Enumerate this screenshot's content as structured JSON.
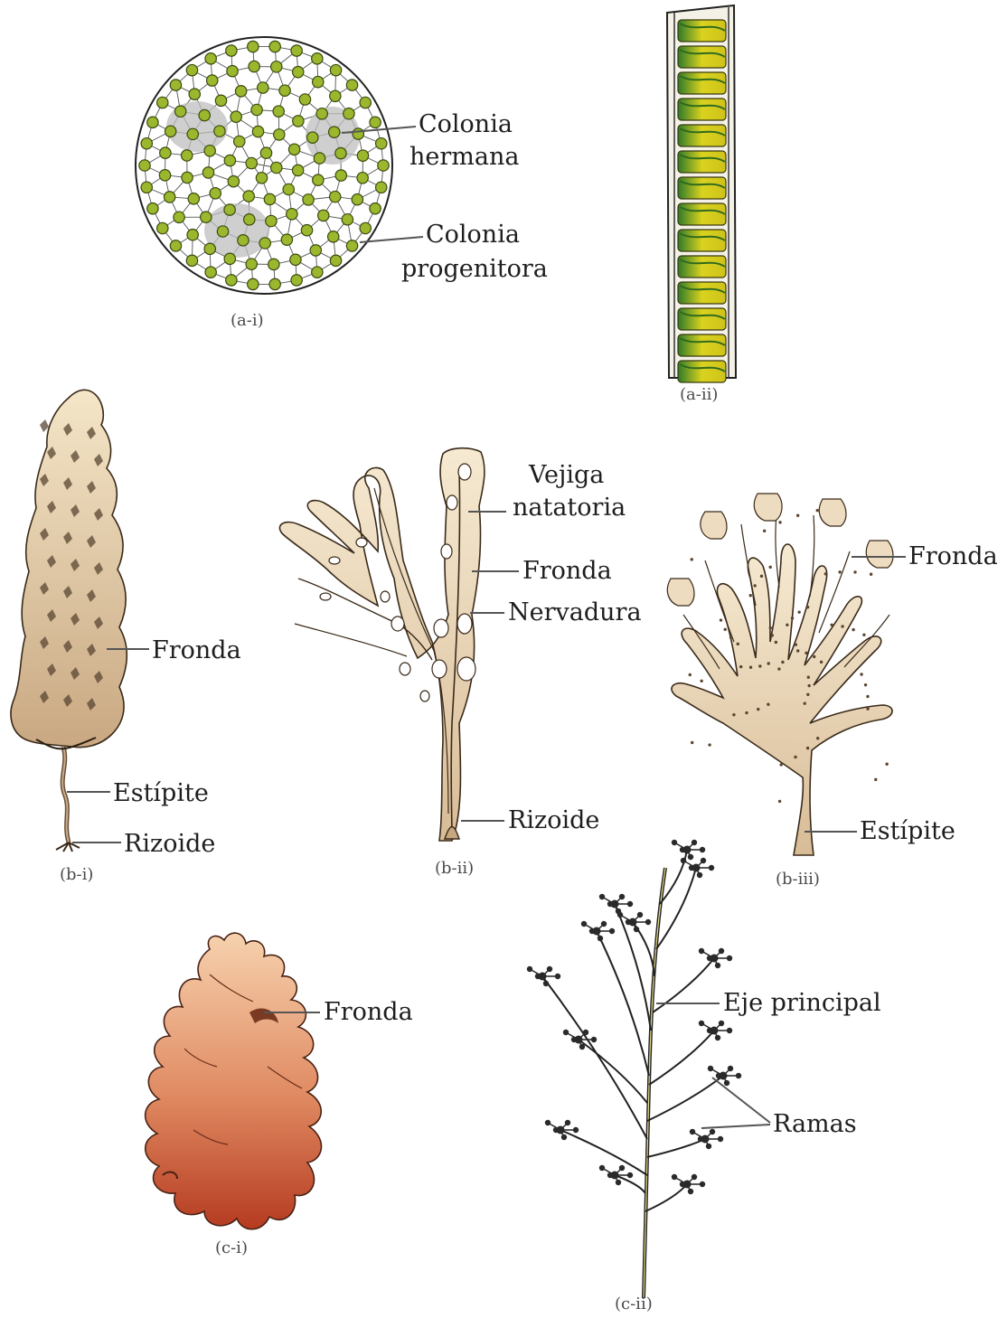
{
  "figures": [
    {
      "caption": "(a-i)",
      "labels": [
        "Colonia",
        "hermana",
        "Colonia",
        "progenitora"
      ]
    },
    {
      "caption": "(a-ii)",
      "labels": []
    },
    {
      "caption": "(b-i)",
      "labels": [
        "Fronda",
        "Estípite",
        "Rizoide"
      ]
    },
    {
      "caption": "(b-ii)",
      "labels": [
        "Vejiga",
        "natatoria",
        "Fronda",
        "Nervadura",
        "Rizoide"
      ]
    },
    {
      "caption": "(b-iii)",
      "labels": [
        "Fronda",
        "Estípite"
      ]
    },
    {
      "caption": "(c-i)",
      "labels": [
        "Fronda"
      ]
    },
    {
      "caption": "(c-ii)",
      "labels": [
        "Eje principal",
        "Ramas"
      ]
    }
  ],
  "colors": {
    "volvox_cell": "#9ab72e",
    "spirogyra_cell": "#c9c520",
    "brown_alga": "#e2c9a0",
    "red_alga": "#c2502e",
    "ink": "#1e1e1e"
  }
}
